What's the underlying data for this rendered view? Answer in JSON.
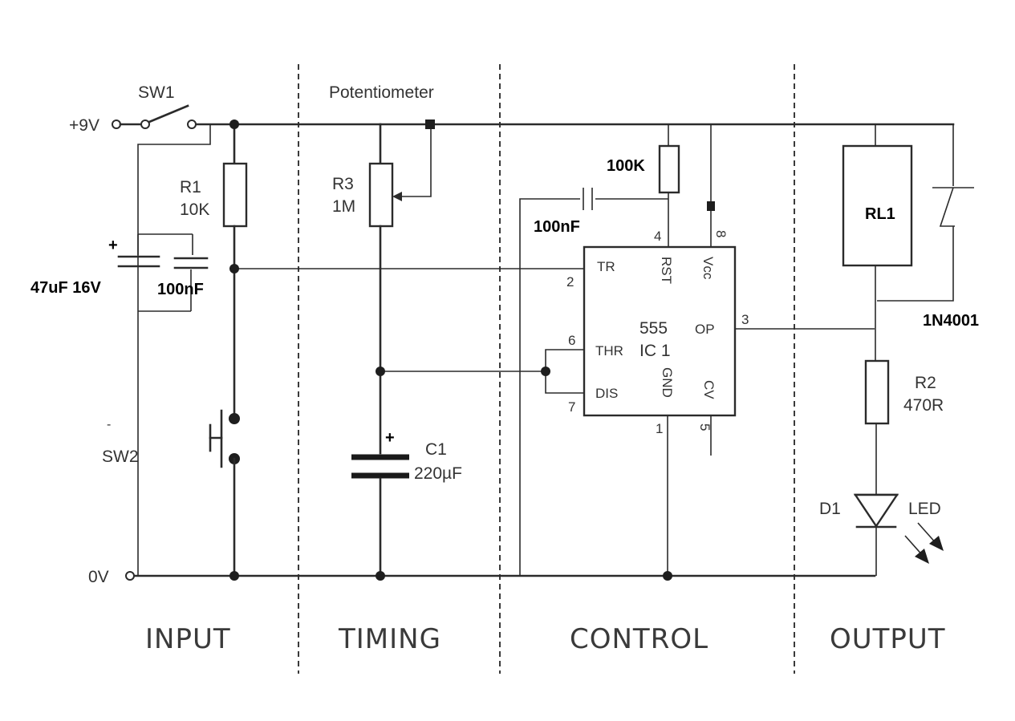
{
  "terminals": {
    "supply": "+9V",
    "ground": "0V"
  },
  "switches": {
    "sw1": "SW1",
    "sw2": "SW2"
  },
  "potentiometer": "Potentiometer",
  "components": {
    "r1": {
      "name": "R1",
      "value": "10K"
    },
    "r2": {
      "name": "R2",
      "value": "470R"
    },
    "r3": {
      "name": "R3",
      "value": "1M"
    },
    "r_reset": {
      "value": "100K"
    },
    "c_reset": {
      "value": "100nF"
    },
    "c_input_electrolytic": {
      "value": "47uF 16V",
      "polarity": "+"
    },
    "c_input_ceramic": {
      "value": "100nF"
    },
    "c1": {
      "name": "C1",
      "value": "220µF",
      "polarity": "+"
    },
    "relay": {
      "name": "RL1"
    },
    "diode": {
      "value": "1N4001"
    },
    "led": {
      "name": "D1",
      "value": "LED"
    }
  },
  "ic": {
    "type": "555",
    "name": "IC 1",
    "pins": {
      "tr": {
        "label": "TR",
        "number": "2"
      },
      "thr": {
        "label": "THR",
        "number": "6"
      },
      "dis": {
        "label": "DIS",
        "number": "7"
      },
      "rst": {
        "label": "RST",
        "number": "4"
      },
      "vcc": {
        "label": "Vcc",
        "number": "8"
      },
      "op": {
        "label": "OP",
        "number": "3"
      },
      "gnd": {
        "label": "GND",
        "number": "1"
      },
      "cv": {
        "label": "CV",
        "number": "5"
      }
    }
  },
  "sections": [
    "INPUT",
    "TIMING",
    "CONTROL",
    "OUTPUT"
  ]
}
